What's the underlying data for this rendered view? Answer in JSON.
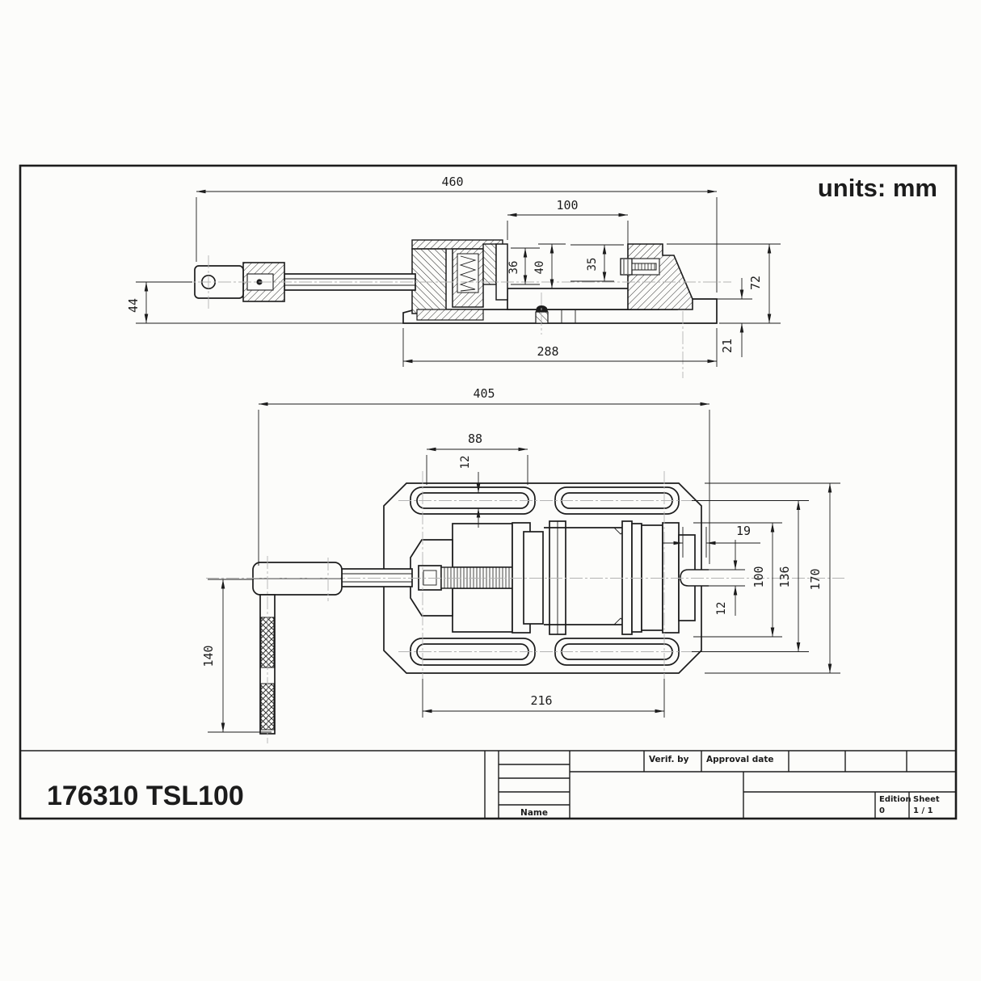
{
  "page": {
    "units_label": "units: mm",
    "part_number": "176310 TSL100",
    "accent_red": "#d91111",
    "line_color": "#1c1c1c"
  },
  "dims": {
    "side_total_length": "460",
    "side_jaw_opening": "100",
    "side_jaw_h36": "36",
    "side_jaw_h40": "40",
    "side_jaw_h35": "35",
    "side_handle_height": "44",
    "side_body_height": "72",
    "side_base_thickness": "21",
    "side_base_length": "288",
    "top_overall_length": "405",
    "top_slot_span": "88",
    "top_slot_width": "12",
    "top_slot_pitch": "216",
    "top_handle_length": "140",
    "top_fork_depth": "19",
    "top_jaw_width": "100",
    "top_slot_row_pitch": "136",
    "top_body_width": "170",
    "top_fork_width": "12"
  },
  "title_block": {
    "verif_by": "Verif. by",
    "approval_date": "Approval date",
    "name": "Name",
    "edition_label": "Edition",
    "edition_value": "0",
    "sheet_label": "Sheet",
    "sheet_value": "1 / 1"
  }
}
